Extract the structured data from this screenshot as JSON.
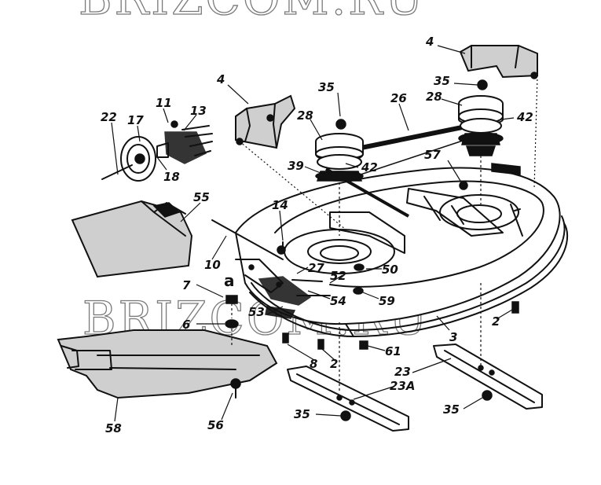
{
  "watermarks": [
    "BRIZCOM.RU",
    "BRIZCOM.RU"
  ],
  "callouts": {
    "c22": "22",
    "c17": "17",
    "c11": "11",
    "c13": "13",
    "c18": "18",
    "c4_left": "4",
    "c4_right": "4",
    "c35_top": "35",
    "c35_topright": "35",
    "c28_left": "28",
    "c28_right": "28",
    "c26": "26",
    "c42_left": "42",
    "c42_right": "42",
    "c39": "39",
    "c57": "57",
    "c55": "55",
    "c14": "14",
    "c10": "10",
    "c27": "27",
    "c52": "52",
    "c50": "50",
    "c7": "7",
    "ca": "a",
    "c54": "54",
    "c59": "59",
    "c53": "53",
    "c6": "6",
    "c2_left": "2",
    "c2_right": "2",
    "c3": "3",
    "c61": "61",
    "c8": "8",
    "c23": "23",
    "c23a": "23A",
    "c35_bottomleft": "35",
    "c35_bottomright": "35",
    "c58": "58",
    "c56": "56"
  }
}
